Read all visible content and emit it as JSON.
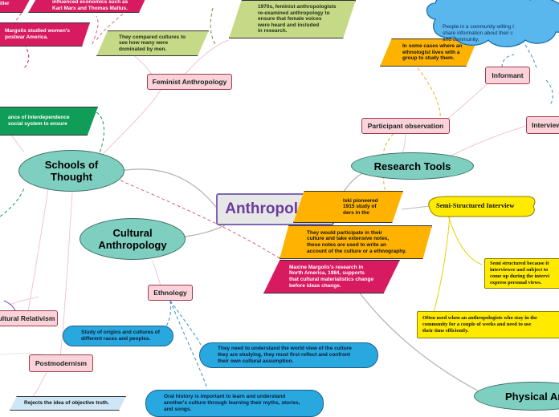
{
  "central": {
    "title": "Anthropology"
  },
  "topics": {
    "schools": "Schools of\nThought",
    "cultural": "Cultural\nAnthropology",
    "research": "Research Tools",
    "physical": "Physical An"
  },
  "labels": {
    "feminist": "Feminist Anthropology",
    "participant": "Participant observation",
    "informant": "Informant",
    "interview": "Interview",
    "ethnology": "Ethnology",
    "cultural_relativism": "ultural Relativism",
    "postmodernism": "Postmodernism"
  },
  "notes": {
    "top_left_1": "iller",
    "top_left_2": "influenced economics such as\nKarl Marx and Thomas Maltus.",
    "margolis_women": "Margolis studied women's\npostwar America.",
    "feminist_1970s": "1970s, feminist anthropologists\nre-examined anthropology to\nensure that female voices\nwere heard and included\nin research.",
    "compared_cultures": "They compared cultures to\nsee how many were\ndominated by men.",
    "interdependence": "ance of interdependence\nsocial system to ensure",
    "ethnologist_lives": "In some cases where an\nethnologist lives with a\ngroup to study them.",
    "malinowski": "lski pioneered\n1915 study of\nders in the",
    "participate": "They would participate in their\nculture and take extensive notes,\nthese notes are used to write an\naccount of the culture or a ethnography.",
    "margolis_research": "Maxine Margolis's research in\nNorth America, 1984, supports\nthat cultural materialistics change\nbefore ideas change.",
    "origins": "Study of origins and cultures of\ndifferent races and peoples.",
    "world_view": "They need to understand the world view of the culture\nthey are studying, they must first reflect and confront\ntheir own cultural assumption.",
    "oral_history": "Oral history is important to learn and understand\nanother's culture through learning their myths, stories,\nand songs.",
    "objective_truth": "Rejects the idea of objective truth.",
    "community_cloud": "People in a community willing t\nshare information about their c\nand community.",
    "semi_structured": "Semi-Structured Interview",
    "semi_structured_desc": "Semi structured because it\ninterviewer and subject to\ncome up during the intervi\nexpress personal views.",
    "often_used": "Often used when an anthropologists who stay in the\ncommunity for a couple of weeks and need to use\ntheir time efficiently."
  },
  "colors": {
    "topic": "#7fcfc0",
    "label_bg": "#f9d3d9",
    "magenta": "#d81b60",
    "orange": "#ffb300",
    "lime": "#c5d987",
    "blue_pill": "#29a8e0",
    "yellow": "#ffea00",
    "central_text": "#6a3d9a"
  }
}
